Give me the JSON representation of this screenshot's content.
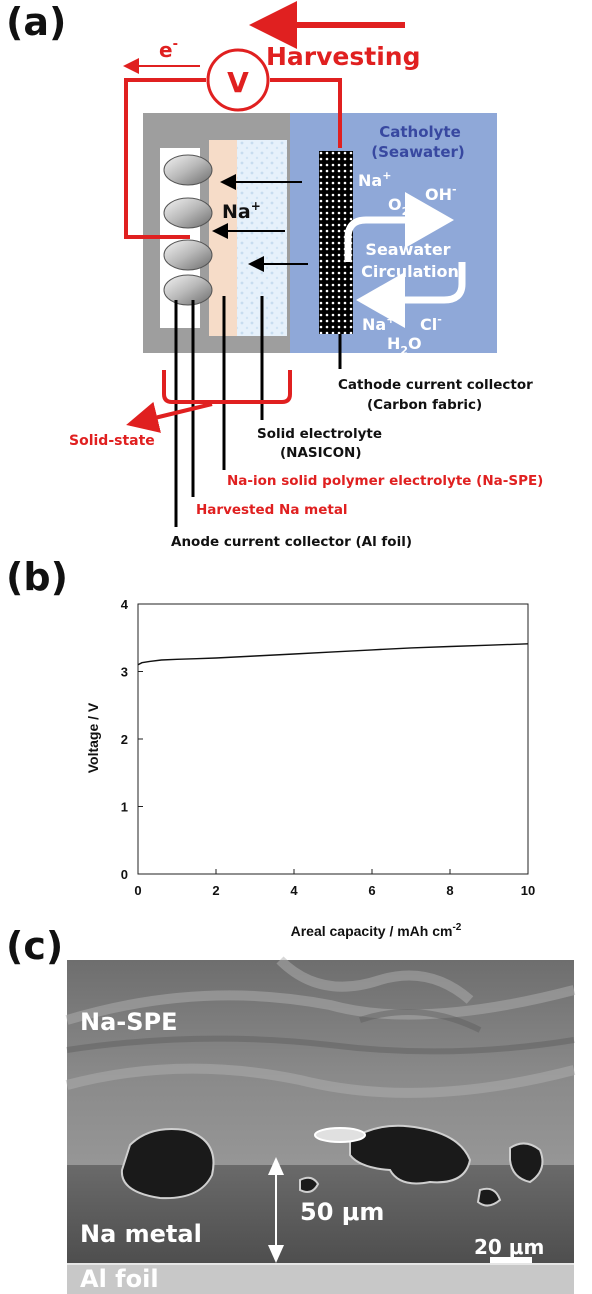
{
  "panel_a": {
    "label": "(a)",
    "voltmeter": "V",
    "electron": "e",
    "electron_sup": "-",
    "harvesting": "Harvesting",
    "catholyte": "Catholyte",
    "seawater": "(Seawater)",
    "na_ion": "Na",
    "plus": "+",
    "o2": "O",
    "o2_sub": "2",
    "oh": "OH",
    "minus": "-",
    "circ_1": "Seawater",
    "circ_2": "Circulation",
    "cl": "Cl",
    "h2o_h": "H",
    "h2o_sub": "2",
    "h2o_o": "O",
    "cathode_cc": "Cathode current collector",
    "carbon_fabric": "(Carbon fabric)",
    "solid_state": "Solid-state",
    "solid_electrolyte": "Solid electrolyte",
    "nasicon": "(NASICON)",
    "na_spe": "Na-ion solid polymer electrolyte (Na-SPE)",
    "harvested_na": "Harvested Na metal",
    "anode_cc": "Anode current collector (Al foil)",
    "colors": {
      "red": "#e02020",
      "seawater": "#8fa8d8",
      "catholyte_text": "#3848a0",
      "gray": "#9e9e9e"
    }
  },
  "panel_b": {
    "label": "(b)"
  },
  "chart_data": {
    "type": "line",
    "xlabel": "Areal capacity / mAh cm",
    "xlabel_sup": "-2",
    "ylabel": "Voltage / V",
    "xlim": [
      0,
      10
    ],
    "ylim": [
      0,
      4
    ],
    "xticks": [
      "0",
      "2",
      "4",
      "6",
      "8",
      "10"
    ],
    "yticks": [
      "0",
      "1",
      "2",
      "3",
      "4"
    ],
    "grid": false,
    "series": [
      {
        "x": [
          0,
          0.1,
          0.3,
          0.6,
          1,
          1.5,
          2,
          3,
          4,
          5,
          6,
          7,
          8,
          9,
          10
        ],
        "y": [
          3.1,
          3.13,
          3.15,
          3.17,
          3.18,
          3.19,
          3.2,
          3.23,
          3.26,
          3.29,
          3.32,
          3.35,
          3.37,
          3.39,
          3.41
        ]
      }
    ]
  },
  "panel_c": {
    "label": "(c)",
    "na_spe": "Na-SPE",
    "na_metal": "Na metal",
    "al_foil": "Al foil",
    "thickness": "50 μm",
    "scale_bar": "20 μm"
  }
}
